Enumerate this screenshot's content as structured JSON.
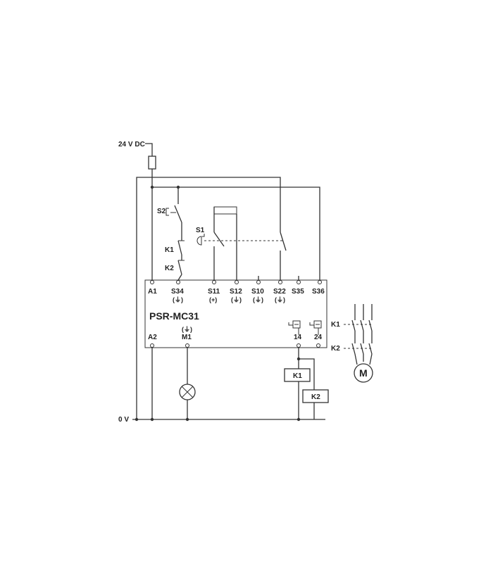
{
  "supply": {
    "positive": "24 V DC",
    "ground": "0 V"
  },
  "device": {
    "name": "PSR-MC31"
  },
  "terminals_top": [
    "A1",
    "S34",
    "S11",
    "S12",
    "S10",
    "S22",
    "S35",
    "S36"
  ],
  "terminals_top_sub": [
    "(⏚)",
    "(+)",
    "(⏚)",
    "(⏚)",
    "(⏚)"
  ],
  "terminals_bottom": [
    "A2",
    "M1",
    "14",
    "24"
  ],
  "terminal_bottom_sub": "(⏚)",
  "components": {
    "s2": "S2",
    "s1": "S1",
    "k1_aux": "K1",
    "k2_aux": "K2",
    "k1_coil": "K1",
    "k2_coil": "K2",
    "k1_contact": "K1",
    "k2_contact": "K2",
    "motor": "M"
  }
}
